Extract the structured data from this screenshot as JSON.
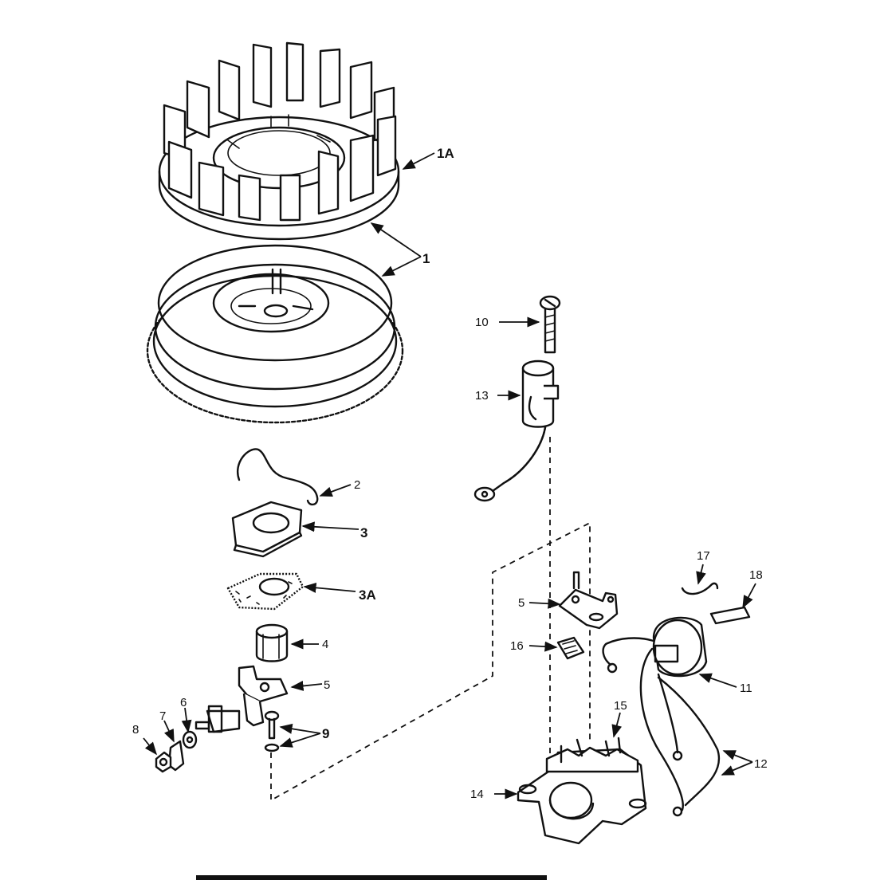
{
  "labels": {
    "l1A": "1A",
    "l1": "1",
    "l2": "2",
    "l3": "3",
    "l3A": "3A",
    "l4": "4",
    "l5a": "5",
    "l5b": "5",
    "l6": "6",
    "l7": "7",
    "l8": "8",
    "l9": "9",
    "l10": "10",
    "l11": "11",
    "l12": "12",
    "l13": "13",
    "l14": "14",
    "l15": "15",
    "l16": "16",
    "l17": "17",
    "l18": "18"
  },
  "colors": {
    "ink": "#111111",
    "paper": "#ffffff"
  }
}
